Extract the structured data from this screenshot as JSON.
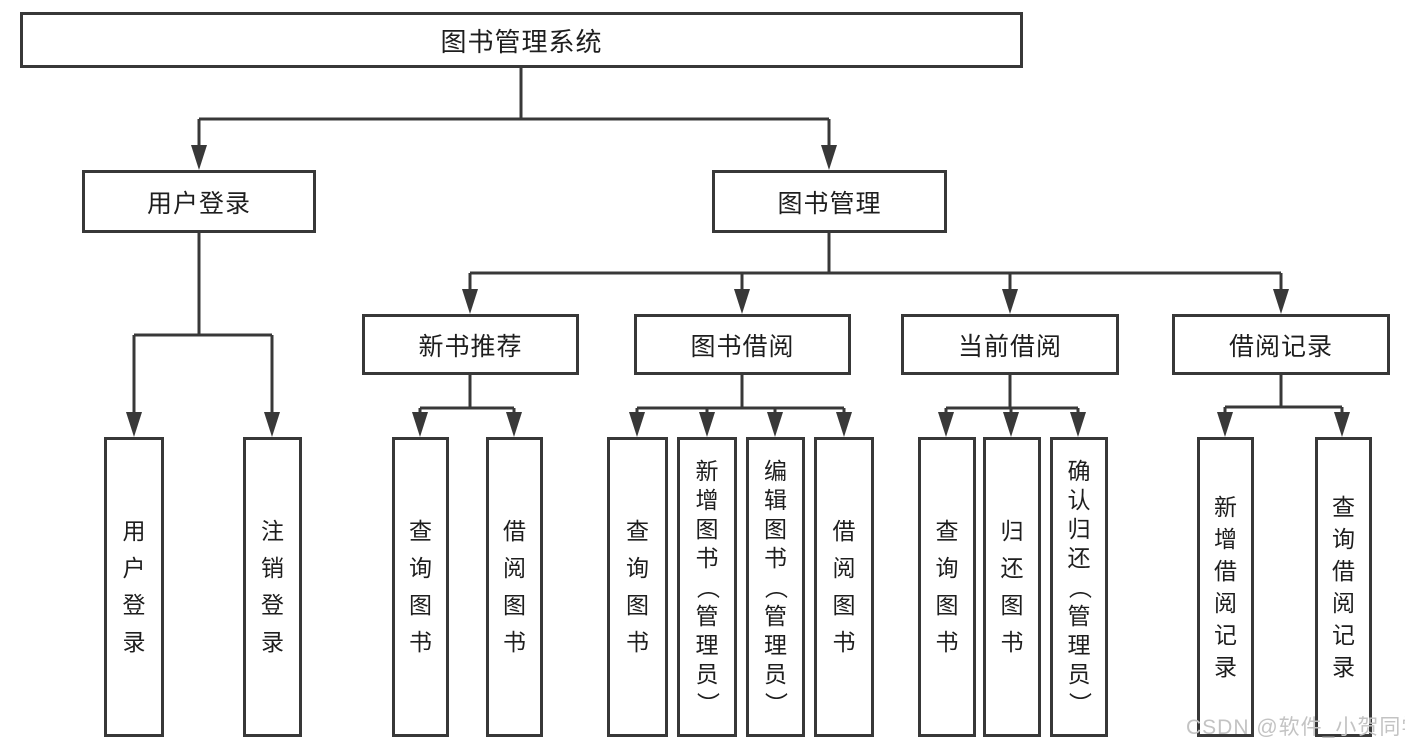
{
  "diagram": {
    "root": "图书管理系统",
    "branches": [
      {
        "label": "用户登录",
        "children": [
          "用户登录",
          "注销登录"
        ]
      },
      {
        "label": "图书管理",
        "groups": [
          {
            "label": "新书推荐",
            "children": [
              "查询图书",
              "借阅图书"
            ]
          },
          {
            "label": "图书借阅",
            "children": [
              "查询图书",
              "新增图书（管理员）",
              "编辑图书（管理员）",
              "借阅图书"
            ]
          },
          {
            "label": "当前借阅",
            "children": [
              "查询图书",
              "归还图书",
              "确认归还（管理员）"
            ]
          },
          {
            "label": "借阅记录",
            "children": [
              "新增借阅记录",
              "查询借阅记录"
            ]
          }
        ]
      }
    ]
  },
  "watermark": {
    "text": "CSDN @软件_小贺同学"
  },
  "colors": {
    "line": "#383838",
    "text": "#1e1e1e",
    "watermark": "#c3c3c3",
    "background": "#ffffff"
  }
}
